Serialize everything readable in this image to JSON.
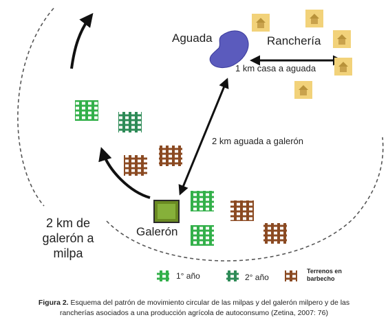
{
  "labels": {
    "aguada": "Aguada",
    "rancheria": "Ranchería",
    "dist_casa_aguada": "1 km casa a aguada",
    "dist_aguada_galeron": "2 km aguada  a galerón",
    "galeron": "Galerón",
    "dist_galeron_milpa": [
      "2 km de",
      "galerón a",
      "milpa"
    ]
  },
  "legend": {
    "year1": "1° año",
    "year2": "2° año",
    "fallow": [
      "Terrenos en",
      "barbecho"
    ]
  },
  "caption": {
    "figure_label": "Figura 2.",
    "text_line1": "Esquema del patrón de movimiento circular de las milpas y del galerón milpero y de las",
    "text_line2": "rancherías asociados a una producción agrícola de autoconsumo (Zetina, 2007: 76)"
  },
  "colors": {
    "year1_field": "#33b04a",
    "year2_field": "#2e8b57",
    "fallow_field": "#8b4a22",
    "galeron": "#5a7a1e",
    "aguada": "#5b5bbd",
    "house": "#f2d27a",
    "circle": "#555555",
    "arrow": "#111111"
  },
  "icons": {
    "house": "house-icon",
    "field": "field-plot-icon"
  }
}
